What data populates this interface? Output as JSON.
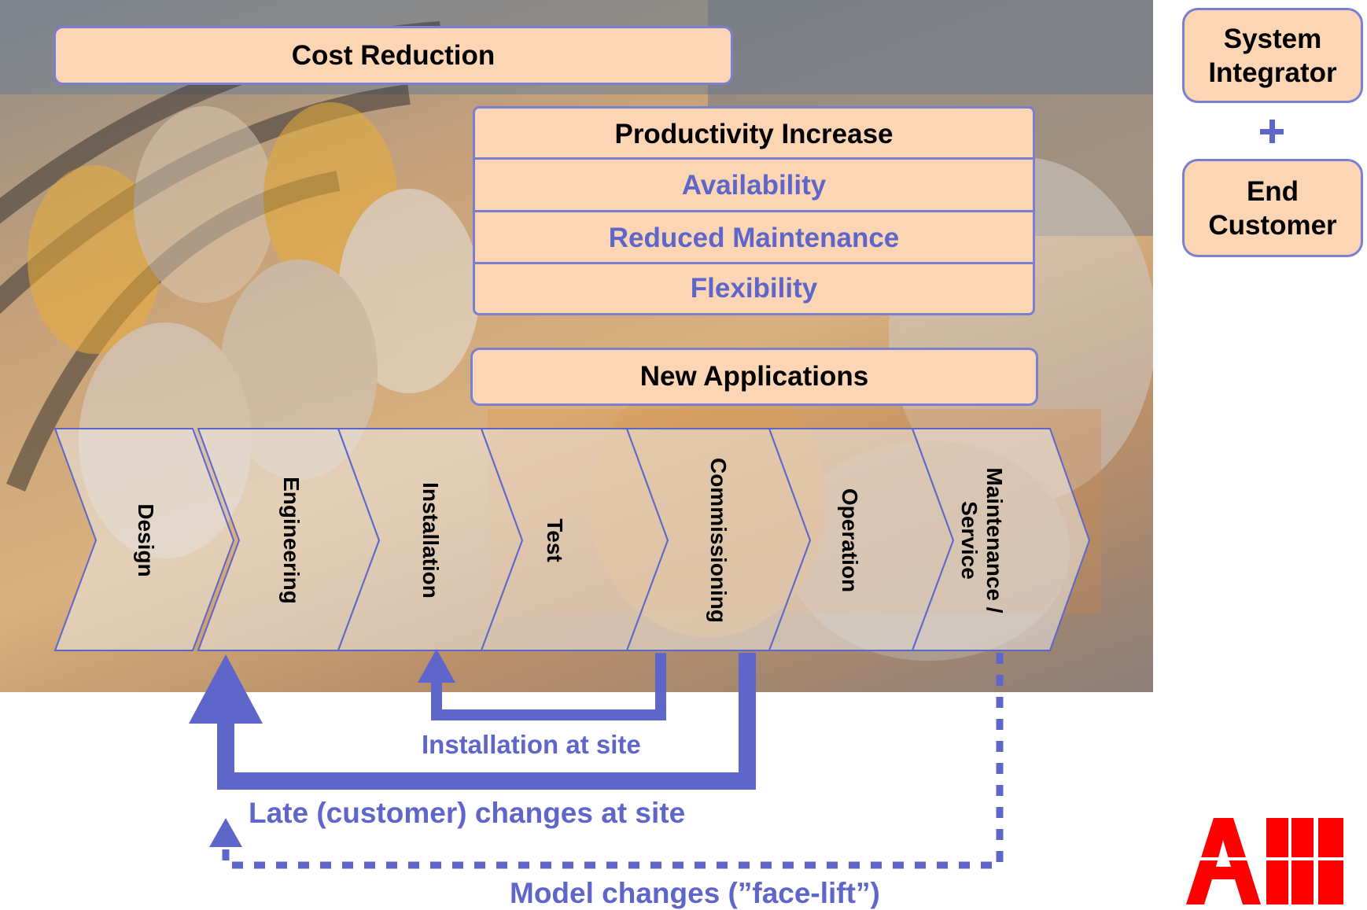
{
  "goals": {
    "cost_reduction": "Cost Reduction",
    "productivity_increase": "Productivity Increase",
    "availability": "Availability",
    "reduced_maintenance": "Reduced Maintenance",
    "flexibility": "Flexibility",
    "new_applications": "New Applications"
  },
  "stakeholders": {
    "system_integrator": "System Integrator",
    "plus": "+",
    "end_customer": "End Customer"
  },
  "stages": [
    "Design",
    "Engineering",
    "Installation",
    "Test",
    "Commissioning",
    "Operation",
    "Maintenance / Service"
  ],
  "feedback": {
    "installation_at_site": "Installation at site",
    "late_changes": "Late (customer) changes at site",
    "model_changes": "Model changes (”face-lift”)"
  },
  "logo": "ABB",
  "colors": {
    "box_fill": "#fcd5b4",
    "accent_blue": "#5e66c9",
    "logo_red": "#ff0000"
  }
}
